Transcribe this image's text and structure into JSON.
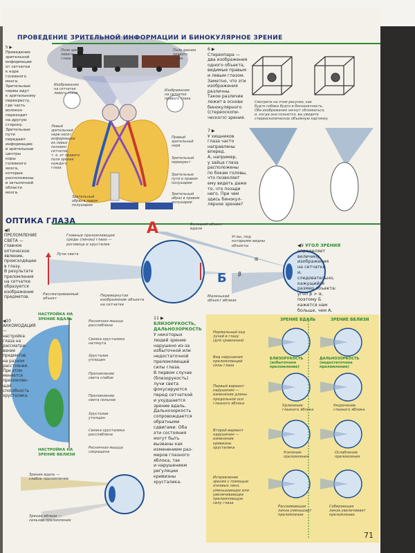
{
  "header_binocular": "ПРОВЕДЕНИЕ ЗРИТЕЛЬНОЙ ИНФОРМАЦИИ И БИНОКУЛЯРНОЕ ЗРЕНИЕ",
  "header_optics": "ОПТИКА ГЛАЗА",
  "page_number": "71",
  "stereo": {
    "num": "6 ▶",
    "text": "Стереопара —\nдва изображения\nодного объекта,\nвидимые правым\nи левым глазом.\nЗаметно, что эти\nизображения\nразличны.\nТакое различие\nлежит в основе\nбинокулярного\n(стереоскопи-\nческого) зрения.",
    "caption": "Смотрите на этом рисунке, как\nбудто собака будто в бесконечность.\nОба изображения начнут сближаться,\nи, когда они сольются, вы увидите\nстереоскопическое объемную картинку"
  },
  "hare": {
    "num": "7 ▶",
    "text": "У хищников\nглаза часто\nнаправлены\nвперед.\nА, например,\nу зайца глаза\nрасположены\nпо бокам головы,\nчто позволяет\nему видеть даже\nто, что позади\nнего. При чем\nздесь бинокул-\nлярное зрение?"
  },
  "brain_labels": {
    "left_field": "Изображения\nна сетчатке\nлевого глаза",
    "right_field": "Изображения\nна сетчатке\nправого глаза",
    "left_visual": "Поле зрения\nлевого\nглаза",
    "right_visual": "Поле зрения\nправого\nглаза",
    "right_nerve": "Правый\nзрительный\nнерв",
    "chiasm": "Зрительный\nперекрест",
    "tract": "Зрительные\nпути в правом\nполушарии",
    "right_image": "Зрительный\nобраз в правом\nполушарии",
    "left_image": "Зрительный\nобраз в левом\nполушарии",
    "left_nerve": "Левый\nзрительный\nнерв несет\nинформацию\nиз левых\nполовин\nсетчаток,\nт. е. от правого\nполя зрения\nкаждого\nглаза"
  },
  "left_column_top": "5 ▶\nПроведение\nзрительной\nинформации\nот сетчатки\nк коре\nголовного\nмозга.\nЗрительные\nнервы идут\nк зрительному\nперекресту,\nгде часть\nволокон\nпереходит\nна другую\nсторону.\nЗрительные\nпути\nпередают\nинформацию\nв зрительные\nцентры\nкоры\nголовного\nмозга,\nкоторые\nрасположены\nв затылочной\nобласти\nмозга.",
  "optics_left": "◀8\nПРЕЛОМЛЕНИЕ\nСВЕТА —\nглавное\nоптическое\nявление,\nпроисходящее\nв глазу.\nВ результате\nпреломления\nна сетчатке\nобразуется\nизображение\nпредметов.",
  "eye_labels": {
    "media": "Главные преломляющие\nсреды (линзы) глаза —\nроговица и хрусталик",
    "rays": "Лучи света",
    "object": "Рассматриваемый\nобъект",
    "image": "Перевернутое\nизображение объекта\nна сетчатке",
    "big_object": "Большой объект\nвдали",
    "angles": "Углы, под\nкоторыми видны\nобъекты",
    "small_object": "Маленький\nобъект вблизи",
    "letter_a": "А",
    "letter_b": "Б",
    "alpha": "α",
    "beta": "β"
  },
  "angle_text": {
    "num": "◀9",
    "title": "УГОЛ ЗРЕНИЯ",
    "body": "определяет\nвеличину\nизображения\nна сетчатке\nи,\nследовательно,\nкажущийся\nразмер объекта:\nугол β > α,\nпоэтому Б\nкажется нам\nбольше, чем А."
  },
  "accommodation": {
    "title": "◀10\nАККОМОДАЦИЯ\n—\nнастройка\nглаза на\nрассматри-\nвание\nпредметов\nна разном\nрасстоянии.\nПри этом\nменяется\nпреломляю-\nщая\nспособность\nхрусталика.",
    "far": "НАСТРОЙКА НА\nЗРЕНИЕ ВДАЛЬ",
    "near": "НАСТРОЙКА НА\nЗРЕНИЕ ВБЛИЗИ",
    "muscle_relaxed": "Ресничная мышца\nрасслаблена",
    "ligament_tense": "Связка хрусталика\nнатянута",
    "lens_flat": "Хрусталик\nуплощен",
    "refraction_weak": "Преломление\nсвета слабое",
    "refraction_strong": "Преломление\nсвета сильное",
    "lens_thick": "Хрусталик\nутолщен",
    "ligament_relaxed": "Связка хрусталика\nрасслаблена",
    "muscle_contracted": "Ресничная мышца\nсокращена",
    "far_weak": "Зрение вдаль —\nслабое преломление",
    "near_strong": "Зрение вблизи —\nсильное преломление"
  },
  "myopia": {
    "num": "11 ▶",
    "title": "БЛИЗОРУКОСТЬ,\nДАЛЬНОЗОРКОСТЬ",
    "body": "У некоторых\nлюдей зрение\nнарушено из-за\nизбыточной или\nнедостаточной\nпреломляющей\nсилы глаза.\nВ первом случае\n(близорукость)\nлучи света\nфокусируются\nперед сетчаткой\nи ухудшается\nзрение вдаль.\nДальнозоркость\nсопровождается\nобратными\nсдвигами. Оба\nэти состояния\nмогут быть\nвызваны как\nизменением раз-\nмеров глазного\nяблока, так\nи нарушением\nрегуляции\nкривизны\nхрусталика."
  },
  "table": {
    "col_far": "ЗРЕНИЕ ВДАЛЬ",
    "col_near": "ЗРЕНИЕ ВБЛИЗИ",
    "row1": "Нормальный ход\nлучей в глазу\n(для сравнения)",
    "row2": "Вид нарушения\nпреломляющей\nсилы глаза",
    "myopia": "БЛИЗОРУКОСТЬ\n(избыточное\nпреломление)",
    "hyperopia": "ДАЛЬНОЗОРКОСТЬ\n(недостаточное\nпреломление)",
    "row3": "Первый вариант\nнарушения —\nизменение длины\nпродольной оси\nглазного яблока",
    "elongation": "Удлинение\nглазного яблока",
    "shortening": "Укорочение\nглазного яблока",
    "row4": "Второй вариант\nнарушения —\nизменение\nкривизны\nхрусталика",
    "strengthening": "Усиление\nпреломления",
    "weakening": "Ослабление\nпреломления",
    "row5": "Исправление\nзрения с помощью\nочковых линз,\nуменьшающих или\nувеличивающих\nпреломляющую\nсилу глаза",
    "diverging": "Рассеивающая\nлинза уменьшает\nпреломление",
    "converging": "Собирающая\nлинза увеличивает\nпреломление"
  }
}
